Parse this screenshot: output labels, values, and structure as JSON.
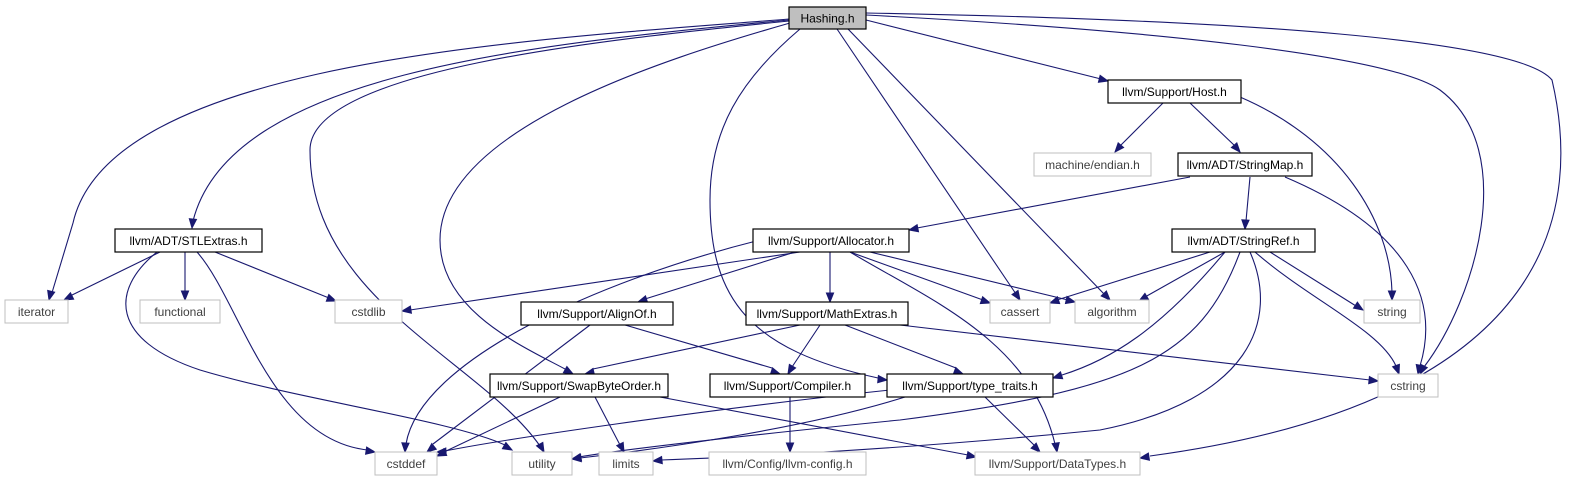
{
  "diagram": {
    "colors": {
      "edge": "#191970",
      "root_fill": "#bfbfbf",
      "node_border": "#000000",
      "external_border": "#bfbfbf",
      "external_text": "#404040"
    },
    "nodes": [
      {
        "id": "hashing",
        "label": "Hashing.h",
        "kind": "root"
      },
      {
        "id": "iterator",
        "label": "iterator",
        "kind": "external"
      },
      {
        "id": "stlextras",
        "label": "llvm/ADT/STLExtras.h",
        "kind": "local"
      },
      {
        "id": "functional",
        "label": "functional",
        "kind": "external"
      },
      {
        "id": "cstdlib",
        "label": "cstdlib",
        "kind": "external"
      },
      {
        "id": "cstddef",
        "label": "cstddef",
        "kind": "external"
      },
      {
        "id": "utility",
        "label": "utility",
        "kind": "external"
      },
      {
        "id": "alignof",
        "label": "llvm/Support/AlignOf.h",
        "kind": "local"
      },
      {
        "id": "swapbyteorder",
        "label": "llvm/Support/SwapByteOrder.h",
        "kind": "local"
      },
      {
        "id": "limits",
        "label": "limits",
        "kind": "external"
      },
      {
        "id": "compiler",
        "label": "llvm/Support/Compiler.h",
        "kind": "local"
      },
      {
        "id": "llvmconfig",
        "label": "llvm/Config/llvm-config.h",
        "kind": "external"
      },
      {
        "id": "mathextras",
        "label": "llvm/Support/MathExtras.h",
        "kind": "local"
      },
      {
        "id": "typetraits",
        "label": "llvm/Support/type_traits.h",
        "kind": "local"
      },
      {
        "id": "datatypes",
        "label": "llvm/Support/DataTypes.h",
        "kind": "external"
      },
      {
        "id": "allocator",
        "label": "llvm/Support/Allocator.h",
        "kind": "local"
      },
      {
        "id": "cassert",
        "label": "cassert",
        "kind": "external"
      },
      {
        "id": "algorithm",
        "label": "algorithm",
        "kind": "external"
      },
      {
        "id": "host",
        "label": "llvm/Support/Host.h",
        "kind": "local"
      },
      {
        "id": "machineendian",
        "label": "machine/endian.h",
        "kind": "external"
      },
      {
        "id": "stringmap",
        "label": "llvm/ADT/StringMap.h",
        "kind": "local"
      },
      {
        "id": "stringref",
        "label": "llvm/ADT/StringRef.h",
        "kind": "local"
      },
      {
        "id": "string",
        "label": "string",
        "kind": "external"
      },
      {
        "id": "cstring",
        "label": "cstring",
        "kind": "external"
      }
    ],
    "edges": [
      {
        "from": "hashing",
        "to": "iterator"
      },
      {
        "from": "hashing",
        "to": "stlextras"
      },
      {
        "from": "hashing",
        "to": "utility"
      },
      {
        "from": "hashing",
        "to": "swapbyteorder"
      },
      {
        "from": "hashing",
        "to": "typetraits"
      },
      {
        "from": "hashing",
        "to": "cassert"
      },
      {
        "from": "hashing",
        "to": "algorithm"
      },
      {
        "from": "hashing",
        "to": "host"
      },
      {
        "from": "hashing",
        "to": "cstring"
      },
      {
        "from": "hashing",
        "to": "datatypes"
      },
      {
        "from": "stlextras",
        "to": "iterator"
      },
      {
        "from": "stlextras",
        "to": "functional"
      },
      {
        "from": "stlextras",
        "to": "cstdlib"
      },
      {
        "from": "stlextras",
        "to": "cstddef"
      },
      {
        "from": "stlextras",
        "to": "utility"
      },
      {
        "from": "host",
        "to": "machineendian"
      },
      {
        "from": "host",
        "to": "stringmap"
      },
      {
        "from": "host",
        "to": "string"
      },
      {
        "from": "stringmap",
        "to": "allocator"
      },
      {
        "from": "stringmap",
        "to": "stringref"
      },
      {
        "from": "stringmap",
        "to": "cstring"
      },
      {
        "from": "allocator",
        "to": "cstdlib"
      },
      {
        "from": "allocator",
        "to": "alignof"
      },
      {
        "from": "allocator",
        "to": "mathextras"
      },
      {
        "from": "allocator",
        "to": "cassert"
      },
      {
        "from": "allocator",
        "to": "algorithm"
      },
      {
        "from": "allocator",
        "to": "cstddef"
      },
      {
        "from": "allocator",
        "to": "datatypes"
      },
      {
        "from": "stringref",
        "to": "cassert"
      },
      {
        "from": "stringref",
        "to": "algorithm"
      },
      {
        "from": "stringref",
        "to": "string"
      },
      {
        "from": "stringref",
        "to": "cstring"
      },
      {
        "from": "stringref",
        "to": "typetraits"
      },
      {
        "from": "stringref",
        "to": "utility"
      },
      {
        "from": "stringref",
        "to": "limits"
      },
      {
        "from": "alignof",
        "to": "compiler"
      },
      {
        "from": "alignof",
        "to": "cstddef"
      },
      {
        "from": "mathextras",
        "to": "swapbyteorder"
      },
      {
        "from": "mathextras",
        "to": "compiler"
      },
      {
        "from": "mathextras",
        "to": "typetraits"
      },
      {
        "from": "mathextras",
        "to": "cstring"
      },
      {
        "from": "swapbyteorder",
        "to": "cstddef"
      },
      {
        "from": "swapbyteorder",
        "to": "limits"
      },
      {
        "from": "swapbyteorder",
        "to": "datatypes"
      },
      {
        "from": "compiler",
        "to": "llvmconfig"
      },
      {
        "from": "typetraits",
        "to": "cstddef"
      },
      {
        "from": "typetraits",
        "to": "utility"
      },
      {
        "from": "typetraits",
        "to": "datatypes"
      }
    ]
  }
}
